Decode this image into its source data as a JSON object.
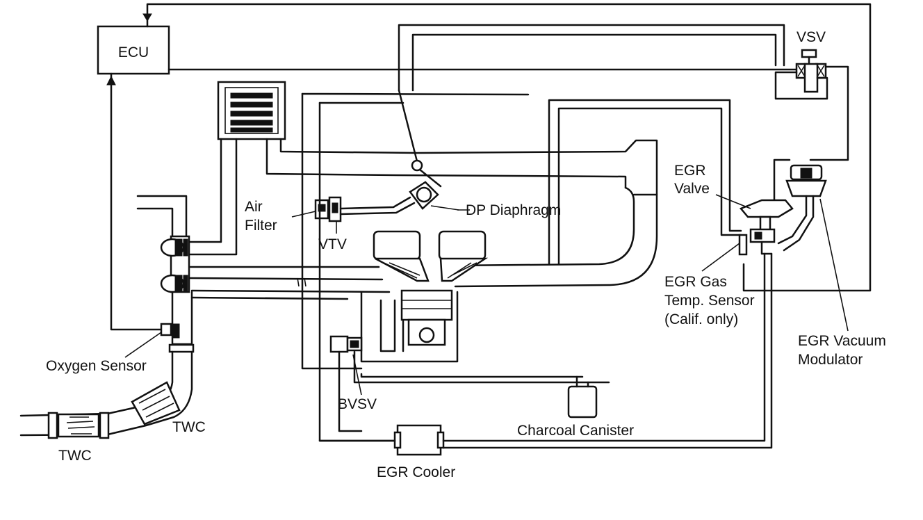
{
  "labels": {
    "ecu": "ECU",
    "vsv": "VSV",
    "egr_valve_1": "EGR",
    "egr_valve_2": "Valve",
    "air_filter_1": "Air",
    "air_filter_2": "Filter",
    "dp_diaphragm": "DP Diaphragm",
    "vtv": "VTV",
    "egr_gas_1": "EGR Gas",
    "egr_gas_2": "Temp. Sensor",
    "egr_gas_3": "(Calif. only)",
    "egr_mod_1": "EGR Vacuum",
    "egr_mod_2": "Modulator",
    "oxygen_sensor": "Oxygen Sensor",
    "bvsv": "BVSV",
    "twc_upper": "TWC",
    "twc_lower": "TWC",
    "charcoal_canister": "Charcoal Canister",
    "egr_cooler": "EGR Cooler"
  },
  "colors": {
    "ink": "#111111",
    "paper": "#ffffff"
  }
}
